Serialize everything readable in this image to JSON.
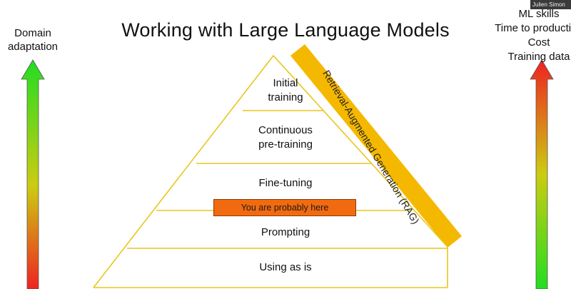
{
  "title": "Working with Large Language Models",
  "left_axis": {
    "label_line1": "Domain",
    "label_line2": "adaptation"
  },
  "right_axis": {
    "lines": [
      "ML skills",
      "Time to production",
      "Cost",
      "Training data"
    ]
  },
  "pyramid": {
    "tiers": [
      {
        "line1": "Initial",
        "line2": "training"
      },
      {
        "line1": "Continuous",
        "line2": "pre-training"
      },
      {
        "line1": "Fine-tuning",
        "line2": ""
      },
      {
        "line1": "Prompting",
        "line2": ""
      },
      {
        "line1": "Using as is",
        "line2": ""
      }
    ],
    "callout": "You are probably here",
    "side_band": "Retrieval-Augmented Generation (RAG)"
  },
  "webcam_label": "Julien Simon",
  "colors": {
    "pyramid_outline": "#e8c61c",
    "rag_band": "#f5b800",
    "callout_bg": "#f26a0f",
    "arrow_top": "#22dd22",
    "arrow_bottom": "#ee2222"
  }
}
